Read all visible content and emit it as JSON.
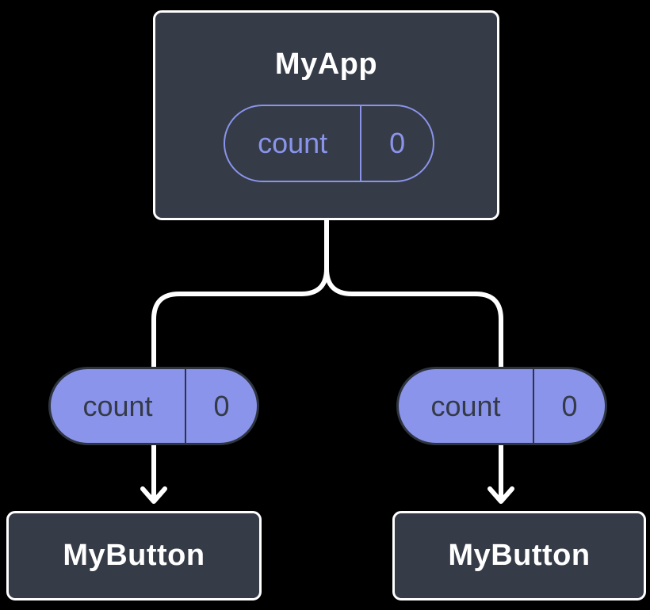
{
  "diagram": {
    "description": "React component tree showing state lifted to parent and passed down as props",
    "colors": {
      "background": "#000000",
      "node_fill": "#353b47",
      "node_border": "#ffffff",
      "accent_purple": "#8a94eb",
      "pill_dark_text": "#343a46",
      "connector": "#ffffff"
    },
    "root": {
      "title": "MyApp",
      "state_pill": {
        "label": "count",
        "value": "0"
      }
    },
    "children": [
      {
        "prop_pill": {
          "label": "count",
          "value": "0"
        },
        "node_title": "MyButton"
      },
      {
        "prop_pill": {
          "label": "count",
          "value": "0"
        },
        "node_title": "MyButton"
      }
    ]
  }
}
